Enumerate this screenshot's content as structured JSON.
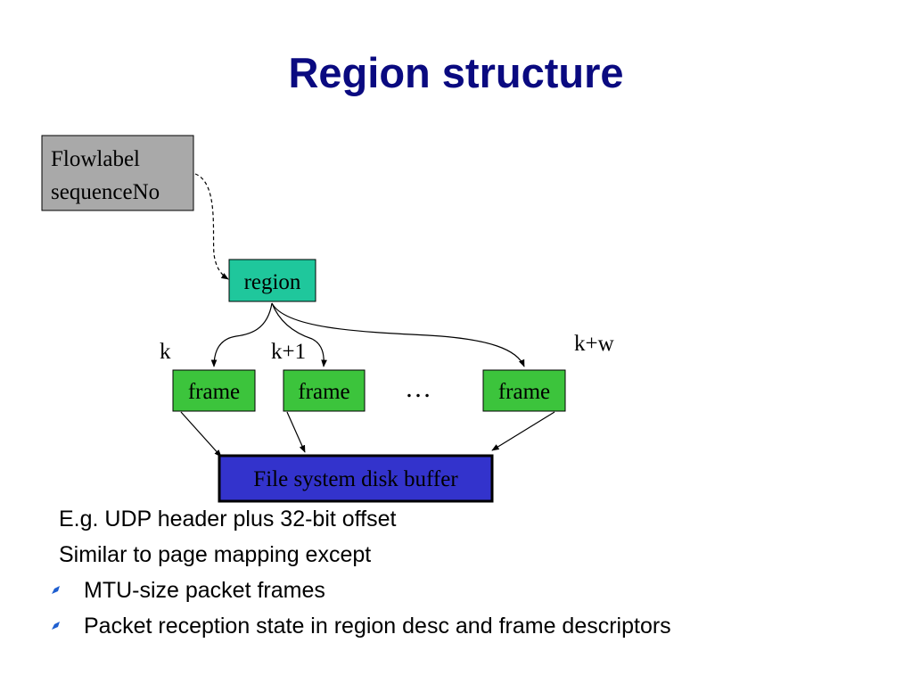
{
  "title": "Region structure",
  "diagram": {
    "header_box": {
      "line1": "Flowlabel",
      "line2": "sequenceNo"
    },
    "region_box": "region",
    "frames": [
      "frame",
      "frame",
      "frame"
    ],
    "ellipsis": "…",
    "frame_labels": [
      "k",
      "k+1",
      "k+w"
    ],
    "buffer_box": "File system disk buffer"
  },
  "colors": {
    "title": "#0a0a80",
    "header_box": "#a9a9a9",
    "region_box": "#1fc79c",
    "frame_box": "#3cc43c",
    "buffer_box": "#3333cc",
    "bullet": "#1f5fd0"
  },
  "body": {
    "lines": [
      "E.g. UDP header plus 32-bit offset",
      "Similar to page mapping except"
    ],
    "bullets": [
      "MTU-size packet frames",
      "Packet reception state in region desc and frame descriptors"
    ]
  }
}
